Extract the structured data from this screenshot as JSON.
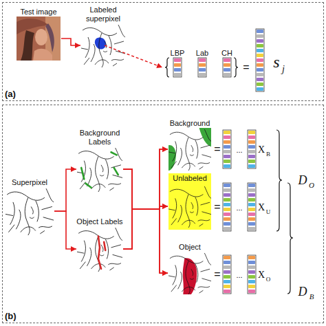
{
  "diagram": {
    "nodes": [
      {
        "text": [
          "(a)"
        ]
      },
      {
        "text": [
          "Test image"
        ],
        "in": 0
      },
      {
        "text": [
          "Labeled superpixel"
        ],
        "in": 0
      },
      {
        "text": [
          "(b)"
        ]
      },
      {
        "text": [
          "Superpixel"
        ],
        "in": 3
      },
      {
        "text": [
          "Background Labels"
        ],
        "in": 3
      },
      {
        "text": [
          "Object Labels"
        ],
        "in": 3
      },
      {
        "text": [
          "Background"
        ],
        "in": 3
      },
      {
        "text": [
          "Unlabeled"
        ],
        "in": 3
      },
      {
        "text": [
          "Object"
        ],
        "in": 3
      }
    ],
    "edges": [
      {
        "from": 1,
        "to": 2,
        "arrow": "to"
      },
      {
        "from": 4,
        "to": 5,
        "arrow": "to"
      },
      {
        "from": 4,
        "to": 6,
        "arrow": "to"
      },
      {
        "from": 5,
        "to": 7,
        "arrow": "to"
      },
      {
        "from": 5,
        "to": 8,
        "arrow": "to"
      },
      {
        "from": 5,
        "to": 9,
        "arrow": "to"
      },
      {
        "from": 6,
        "to": 7,
        "arrow": "to"
      },
      {
        "from": 6,
        "to": 8,
        "arrow": "to"
      },
      {
        "from": 6,
        "to": 9,
        "arrow": "to"
      }
    ],
    "labels": [
      "LBP",
      "Lab",
      "CH",
      "=",
      "s",
      "j",
      "=",
      "...",
      "X",
      "B",
      "=",
      "...",
      "X",
      "U",
      "=",
      "...",
      "X",
      "O",
      "D",
      "O",
      "D",
      "B"
    ]
  }
}
